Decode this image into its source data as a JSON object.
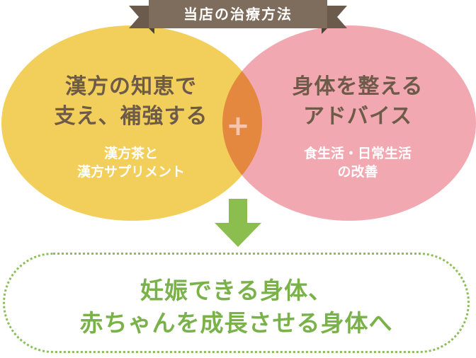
{
  "banner": {
    "label": "当店の治療方法"
  },
  "left_circle": {
    "title": [
      "漢方の知恵で",
      "支え、補強する"
    ],
    "subtitle": [
      "漢方茶と",
      "漢方サプリメント"
    ],
    "color": "#f2cf5b"
  },
  "plus": {
    "symbol": "+"
  },
  "right_circle": {
    "title": [
      "身体を整える",
      "アドバイス"
    ],
    "subtitle": [
      "食生活・日常生活",
      "の改善"
    ],
    "color": "#f1a8b1"
  },
  "arrow": {
    "icon": "arrow-down-icon",
    "color": "#8bbd4f"
  },
  "result": {
    "lines": [
      "妊娠できる身体、",
      "赤ちゃんを成長させる身体へ"
    ],
    "color": "#7ab24a"
  }
}
